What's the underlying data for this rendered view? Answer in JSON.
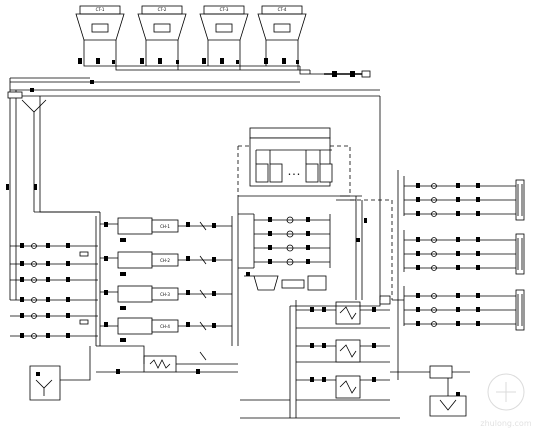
{
  "diagram": {
    "labels": {
      "cooling_tower_1": "CT-1",
      "cooling_tower_2": "CT-2",
      "cooling_tower_3": "CT-3",
      "cooling_tower_4": "CT-4",
      "chiller_1": "CH-1",
      "chiller_2": "CH-2",
      "chiller_3": "CH-3",
      "chiller_4": "CH-4",
      "dots": "• • •"
    }
  },
  "watermark": {
    "text": "zhulong.com",
    "color": "#d8d8d8"
  }
}
